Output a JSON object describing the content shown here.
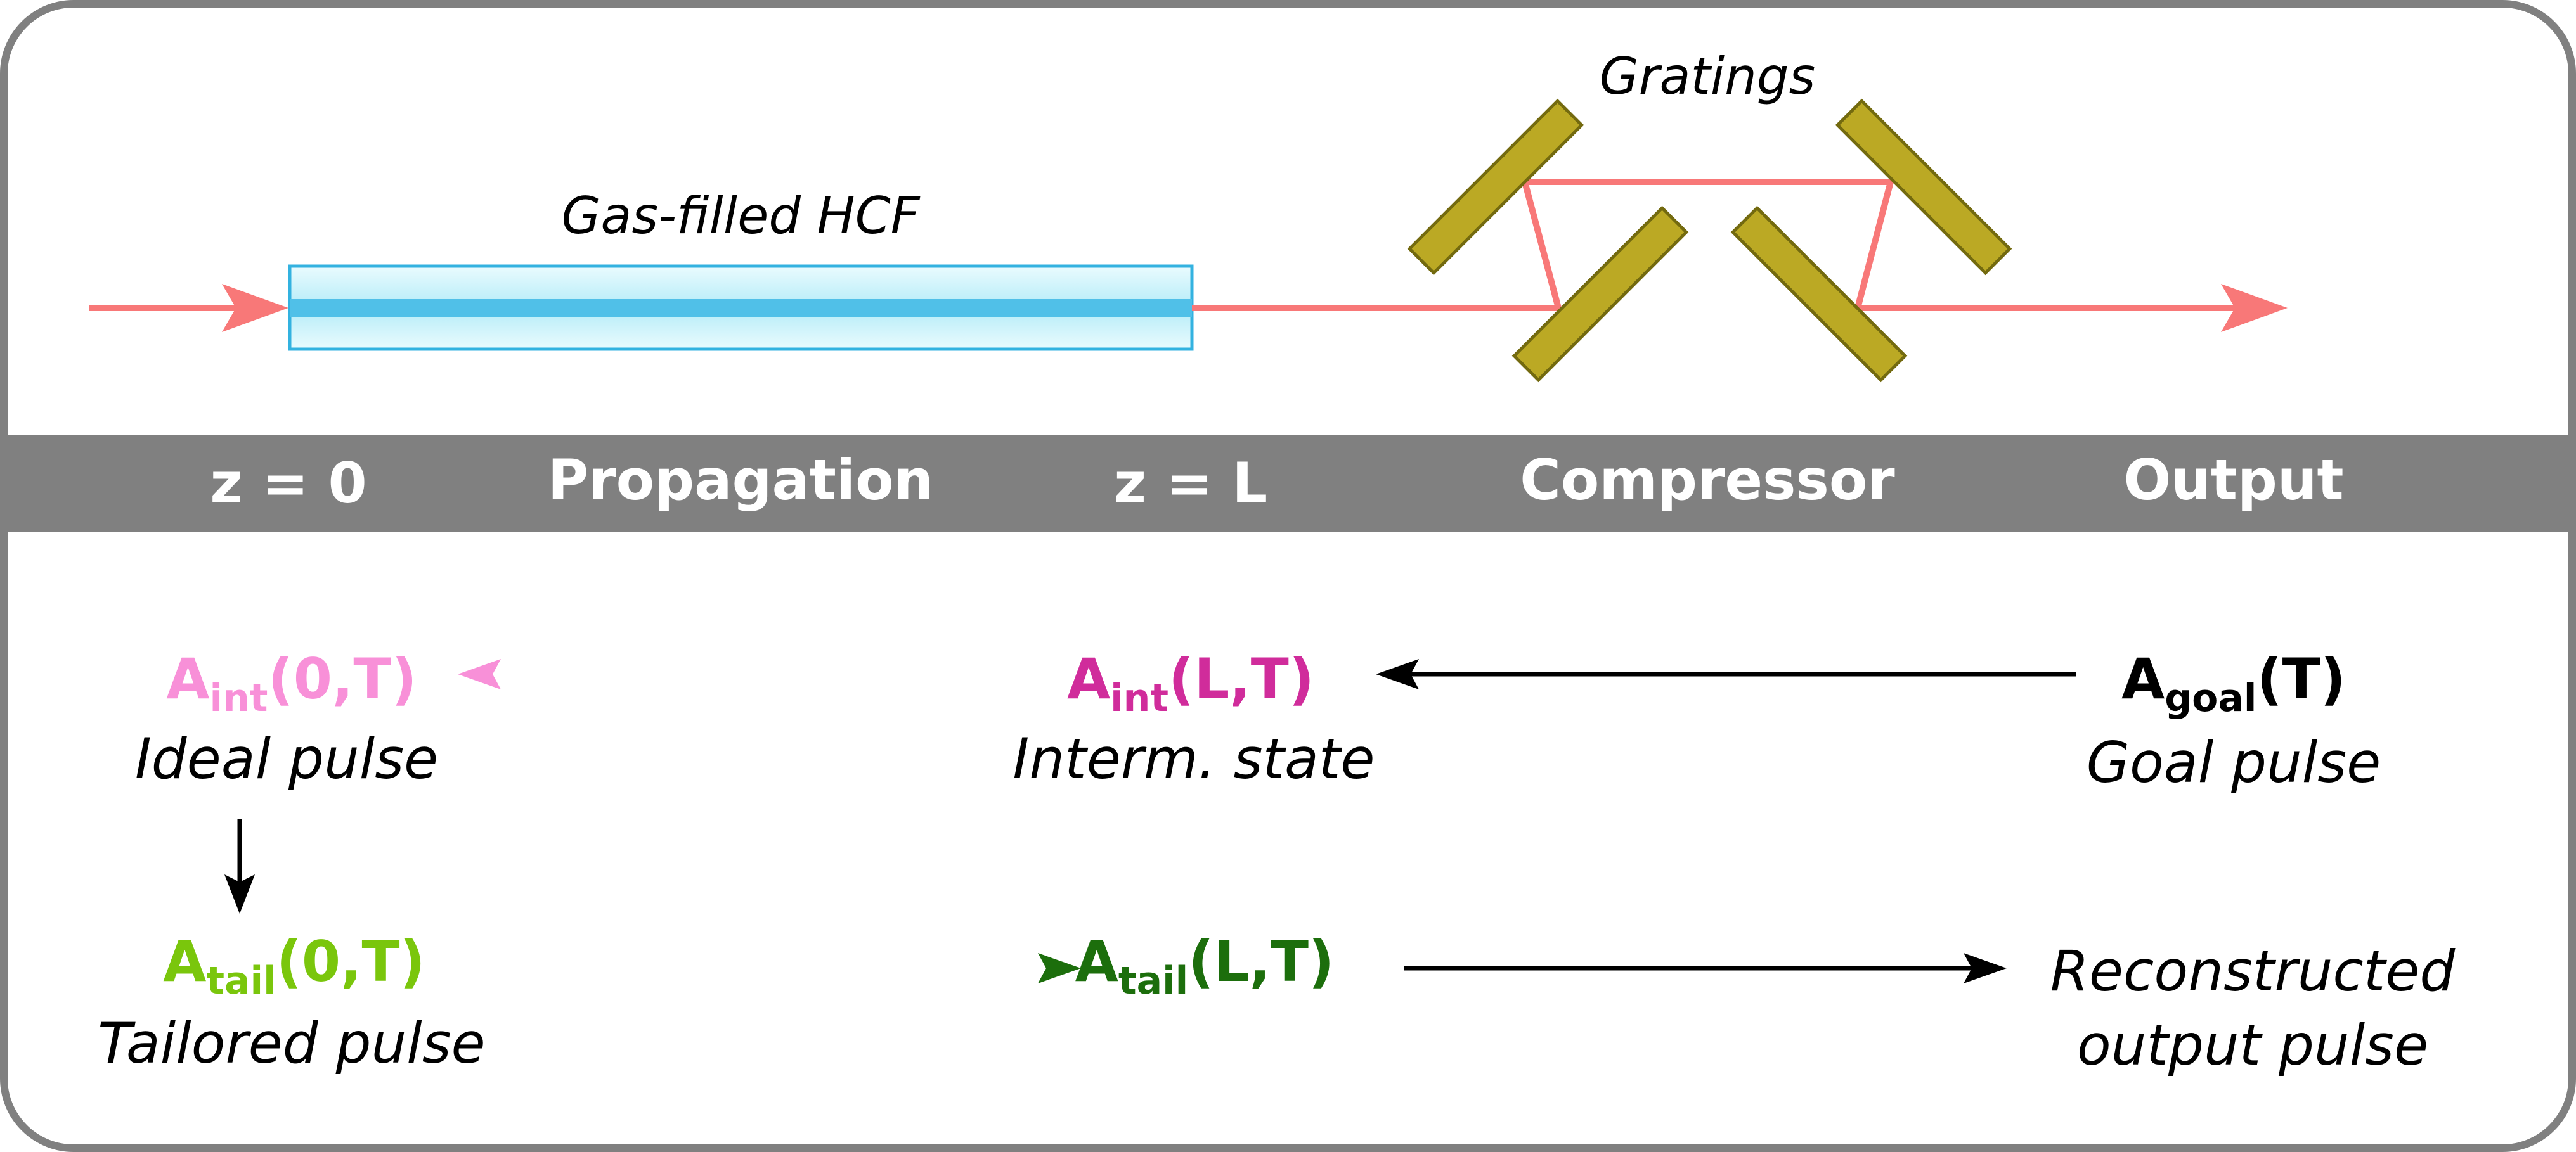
{
  "colors": {
    "beam": "#f87878",
    "fiber_fill": "#c8f2fa",
    "fiber_edge": "#33b2e0",
    "fiber_core": "#50c0e8",
    "grating_fill": "#bba924",
    "grating_edge": "#736a0f",
    "band": "#808080",
    "band_text": "#ffffff",
    "light_pink": "#f890d8",
    "magenta": "#d02c9b",
    "light_green": "#7ac60c",
    "dark_green": "#1c6e0c",
    "black": "#000000",
    "frame": "#808080"
  },
  "top": {
    "fiber_label": "Gas-filled HCF",
    "gratings_label": "Gratings"
  },
  "band": {
    "items": [
      "z = 0",
      "Propagation",
      "z = L",
      "Compressor",
      "Output"
    ]
  },
  "nodes": {
    "a_int_0": {
      "base": "A",
      "sub": "int",
      "arg": "(0,T)",
      "caption": "Ideal pulse"
    },
    "a_int_L": {
      "base": "A",
      "sub": "int",
      "arg": "(L,T)",
      "caption": "Interm. state"
    },
    "a_goal": {
      "base": "A",
      "sub": "goal",
      "arg": "(T)",
      "caption": "Goal pulse"
    },
    "a_tail_0": {
      "base": "A",
      "sub": "tail",
      "arg": "(0,T)",
      "caption": "Tailored pulse"
    },
    "a_tail_L": {
      "base": "A",
      "sub": "tail",
      "arg": "(L,T)"
    },
    "reconstructed": {
      "line1": "Reconstructed",
      "line2": "output pulse"
    }
  }
}
